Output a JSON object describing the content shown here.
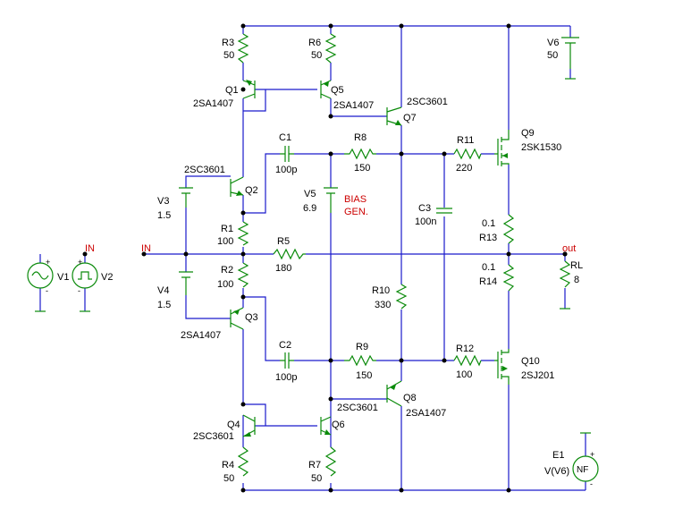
{
  "input_label": "IN",
  "source_in_label": "IN",
  "output_label": "out",
  "bias_gen": [
    "BIAS",
    "GEN."
  ],
  "components": {
    "R1": {
      "name": "R1",
      "value": "100"
    },
    "R2": {
      "name": "R2",
      "value": "100"
    },
    "R3": {
      "name": "R3",
      "value": "50"
    },
    "R4": {
      "name": "R4",
      "value": "50"
    },
    "R5": {
      "name": "R5",
      "value": "180"
    },
    "R6": {
      "name": "R6",
      "value": "50"
    },
    "R7": {
      "name": "R7",
      "value": "50"
    },
    "R8": {
      "name": "R8",
      "value": "150"
    },
    "R9": {
      "name": "R9",
      "value": "150"
    },
    "R10": {
      "name": "R10",
      "value": "330"
    },
    "R11": {
      "name": "R11",
      "value": "220"
    },
    "R12": {
      "name": "R12",
      "value": "100"
    },
    "R13": {
      "name": "R13",
      "value": "0.1"
    },
    "R14": {
      "name": "R14",
      "value": "0.1"
    },
    "RL": {
      "name": "RL",
      "value": "8"
    },
    "C1": {
      "name": "C1",
      "value": "100p"
    },
    "C2": {
      "name": "C2",
      "value": "100p"
    },
    "C3": {
      "name": "C3",
      "value": "100n"
    },
    "V1": {
      "name": "V1"
    },
    "V2": {
      "name": "V2"
    },
    "V3": {
      "name": "V3",
      "value": "1.5"
    },
    "V4": {
      "name": "V4",
      "value": "1.5"
    },
    "V5": {
      "name": "V5",
      "value": "6.9"
    },
    "V6": {
      "name": "V6",
      "value": "50"
    },
    "E1": {
      "name": "E1",
      "value": "V(V6)",
      "symbol": "NF"
    },
    "Q1": {
      "name": "Q1",
      "part": "2SA1407"
    },
    "Q2": {
      "name": "Q2",
      "part": "2SC3601"
    },
    "Q3": {
      "name": "Q3",
      "part": "2SA1407"
    },
    "Q4": {
      "name": "Q4",
      "part": "2SC3601"
    },
    "Q5": {
      "name": "Q5",
      "part": "2SA1407"
    },
    "Q6": {
      "name": "Q6",
      "part": "2SC3601"
    },
    "Q7": {
      "name": "Q7",
      "part": "2SC3601"
    },
    "Q8": {
      "name": "Q8",
      "part": "2SA1407"
    },
    "Q9": {
      "name": "Q9",
      "part": "2SK1530"
    },
    "Q10": {
      "name": "Q10",
      "part": "2SJ201"
    }
  },
  "colors": {
    "wire": "#1a1acc",
    "component": "#0a8a0a",
    "label": "#000000",
    "accent": "#cc0000"
  }
}
